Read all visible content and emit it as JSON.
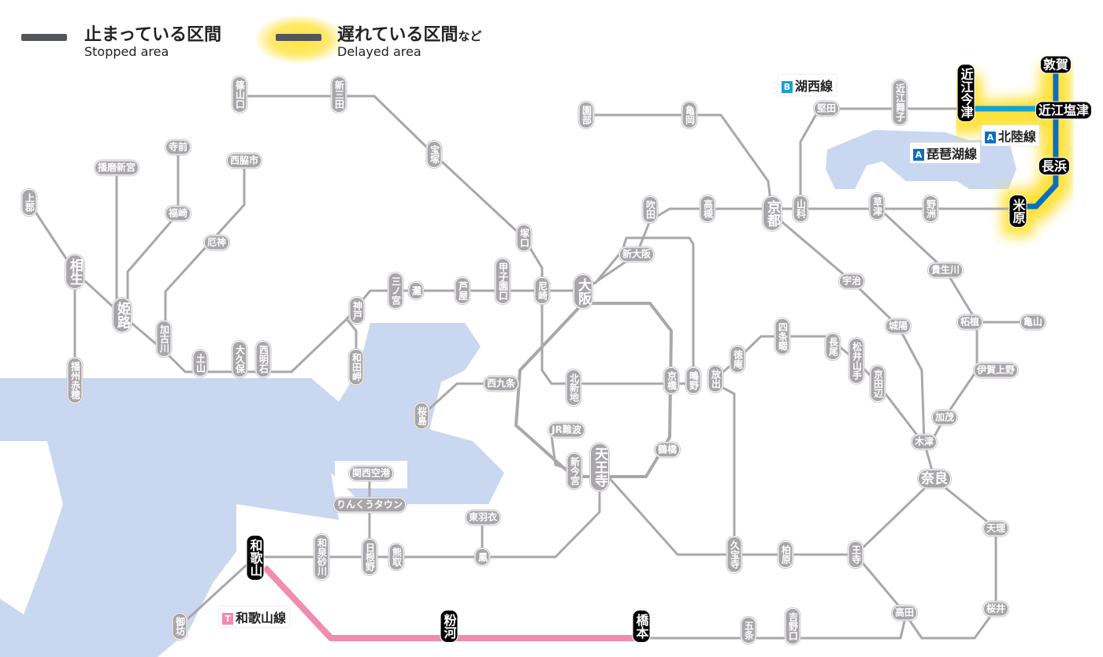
{
  "legend": {
    "stopped_ja": "止まっている区間",
    "stopped_en": "Stopped area",
    "delayed_ja": "遅れている区間",
    "delayed_ja_suffix": "など",
    "delayed_en": "Delayed area",
    "stopped_color": "#55555c",
    "delayed_glow_color": "#ffe23a"
  },
  "line_labels": [
    {
      "badge": "B",
      "name": "湖西線",
      "color": "#13a3d0"
    },
    {
      "badge": "A",
      "name": "北陸線",
      "color": "#0b6fc0"
    },
    {
      "badge": "A",
      "name": "琵琶湖線",
      "color": "#0b6fc0"
    },
    {
      "badge": "T",
      "name": "和歌山線",
      "color": "#f08cae"
    }
  ],
  "colors": {
    "normal_line": "#aaa7ab",
    "water": "#c9d7f0",
    "hokuriku": "#0b6fc0",
    "kosei": "#13a3d0",
    "wakayama": "#f08cae"
  },
  "stations": [
    {
      "name": "篠山口"
    },
    {
      "name": "新三田"
    },
    {
      "name": "宝塚"
    },
    {
      "name": "寺前"
    },
    {
      "name": "播磨新宮"
    },
    {
      "name": "西脇市"
    },
    {
      "name": "上郡"
    },
    {
      "name": "福崎"
    },
    {
      "name": "厄神"
    },
    {
      "name": "相生"
    },
    {
      "name": "姫路"
    },
    {
      "name": "加古川"
    },
    {
      "name": "土山"
    },
    {
      "name": "大久保"
    },
    {
      "name": "西明石"
    },
    {
      "name": "神戸"
    },
    {
      "name": "三ノ宮"
    },
    {
      "name": "灘"
    },
    {
      "name": "芦屋"
    },
    {
      "name": "甲子園口"
    },
    {
      "name": "尼崎"
    },
    {
      "name": "塚口"
    },
    {
      "name": "大阪"
    },
    {
      "name": "新大阪"
    },
    {
      "name": "吹田"
    },
    {
      "name": "高槻"
    },
    {
      "name": "京都"
    },
    {
      "name": "山科"
    },
    {
      "name": "園部"
    },
    {
      "name": "亀岡"
    },
    {
      "name": "堅田"
    },
    {
      "name": "近江舞子"
    },
    {
      "name": "近江今津",
      "affected": true
    },
    {
      "name": "敦賀",
      "affected": true
    },
    {
      "name": "近江塩津",
      "affected": true
    },
    {
      "name": "長浜",
      "affected": true
    },
    {
      "name": "米原",
      "affected": true
    },
    {
      "name": "草津"
    },
    {
      "name": "野洲"
    },
    {
      "name": "宇治"
    },
    {
      "name": "貴生川"
    },
    {
      "name": "柘植"
    },
    {
      "name": "亀山"
    },
    {
      "name": "城陽"
    },
    {
      "name": "伊賀上野"
    },
    {
      "name": "四条畷"
    },
    {
      "name": "長尾"
    },
    {
      "name": "松井山手"
    },
    {
      "name": "京田辺"
    },
    {
      "name": "徳庵"
    },
    {
      "name": "放出"
    },
    {
      "name": "鴫野"
    },
    {
      "name": "京橋"
    },
    {
      "name": "北新地"
    },
    {
      "name": "西九条"
    },
    {
      "name": "桜島"
    },
    {
      "name": "和田岬"
    },
    {
      "name": "播州赤穂"
    },
    {
      "name": "JR難波"
    },
    {
      "name": "新今宮"
    },
    {
      "name": "天王寺"
    },
    {
      "name": "鶴橋"
    },
    {
      "name": "加茂"
    },
    {
      "name": "木津"
    },
    {
      "name": "奈良"
    },
    {
      "name": "天理"
    },
    {
      "name": "関西空港"
    },
    {
      "name": "りんくうタウン"
    },
    {
      "name": "東羽衣"
    },
    {
      "name": "鳳"
    },
    {
      "name": "和泉砂川"
    },
    {
      "name": "日根野"
    },
    {
      "name": "熊取"
    },
    {
      "name": "和歌山",
      "affected": true
    },
    {
      "name": "御坊"
    },
    {
      "name": "粉河",
      "affected": true
    },
    {
      "name": "橋本",
      "affected": true
    },
    {
      "name": "五条"
    },
    {
      "name": "吉野口"
    },
    {
      "name": "高田"
    },
    {
      "name": "桜井"
    },
    {
      "name": "久宝寺"
    },
    {
      "name": "柏原"
    },
    {
      "name": "王寺"
    }
  ]
}
